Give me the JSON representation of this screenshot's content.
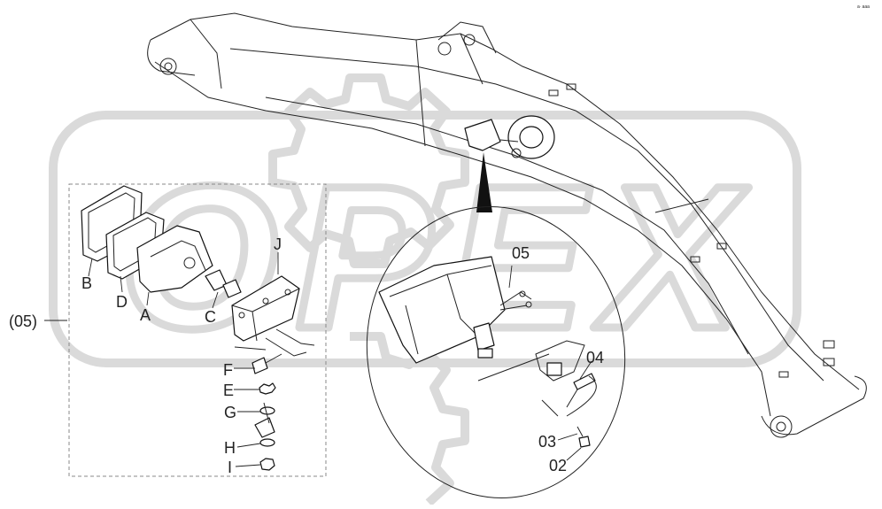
{
  "diagram": {
    "corner_mark": "a∙ aaa",
    "watermark": {
      "text": "OPEX",
      "color": "#d9d9d9"
    },
    "callouts": [
      {
        "id": "callout-b",
        "label": "B"
      },
      {
        "id": "callout-d",
        "label": "D"
      },
      {
        "id": "callout-a",
        "label": "A"
      },
      {
        "id": "callout-c",
        "label": "C"
      },
      {
        "id": "callout-j",
        "label": "J"
      },
      {
        "id": "callout-f",
        "label": "F"
      },
      {
        "id": "callout-e",
        "label": "E"
      },
      {
        "id": "callout-g",
        "label": "G"
      },
      {
        "id": "callout-h",
        "label": "H"
      },
      {
        "id": "callout-i",
        "label": "I"
      },
      {
        "id": "callout-05-group",
        "label": "(05)"
      },
      {
        "id": "callout-05",
        "label": "05"
      },
      {
        "id": "callout-04",
        "label": "04"
      },
      {
        "id": "callout-03",
        "label": "03"
      },
      {
        "id": "callout-02",
        "label": "02"
      }
    ]
  }
}
